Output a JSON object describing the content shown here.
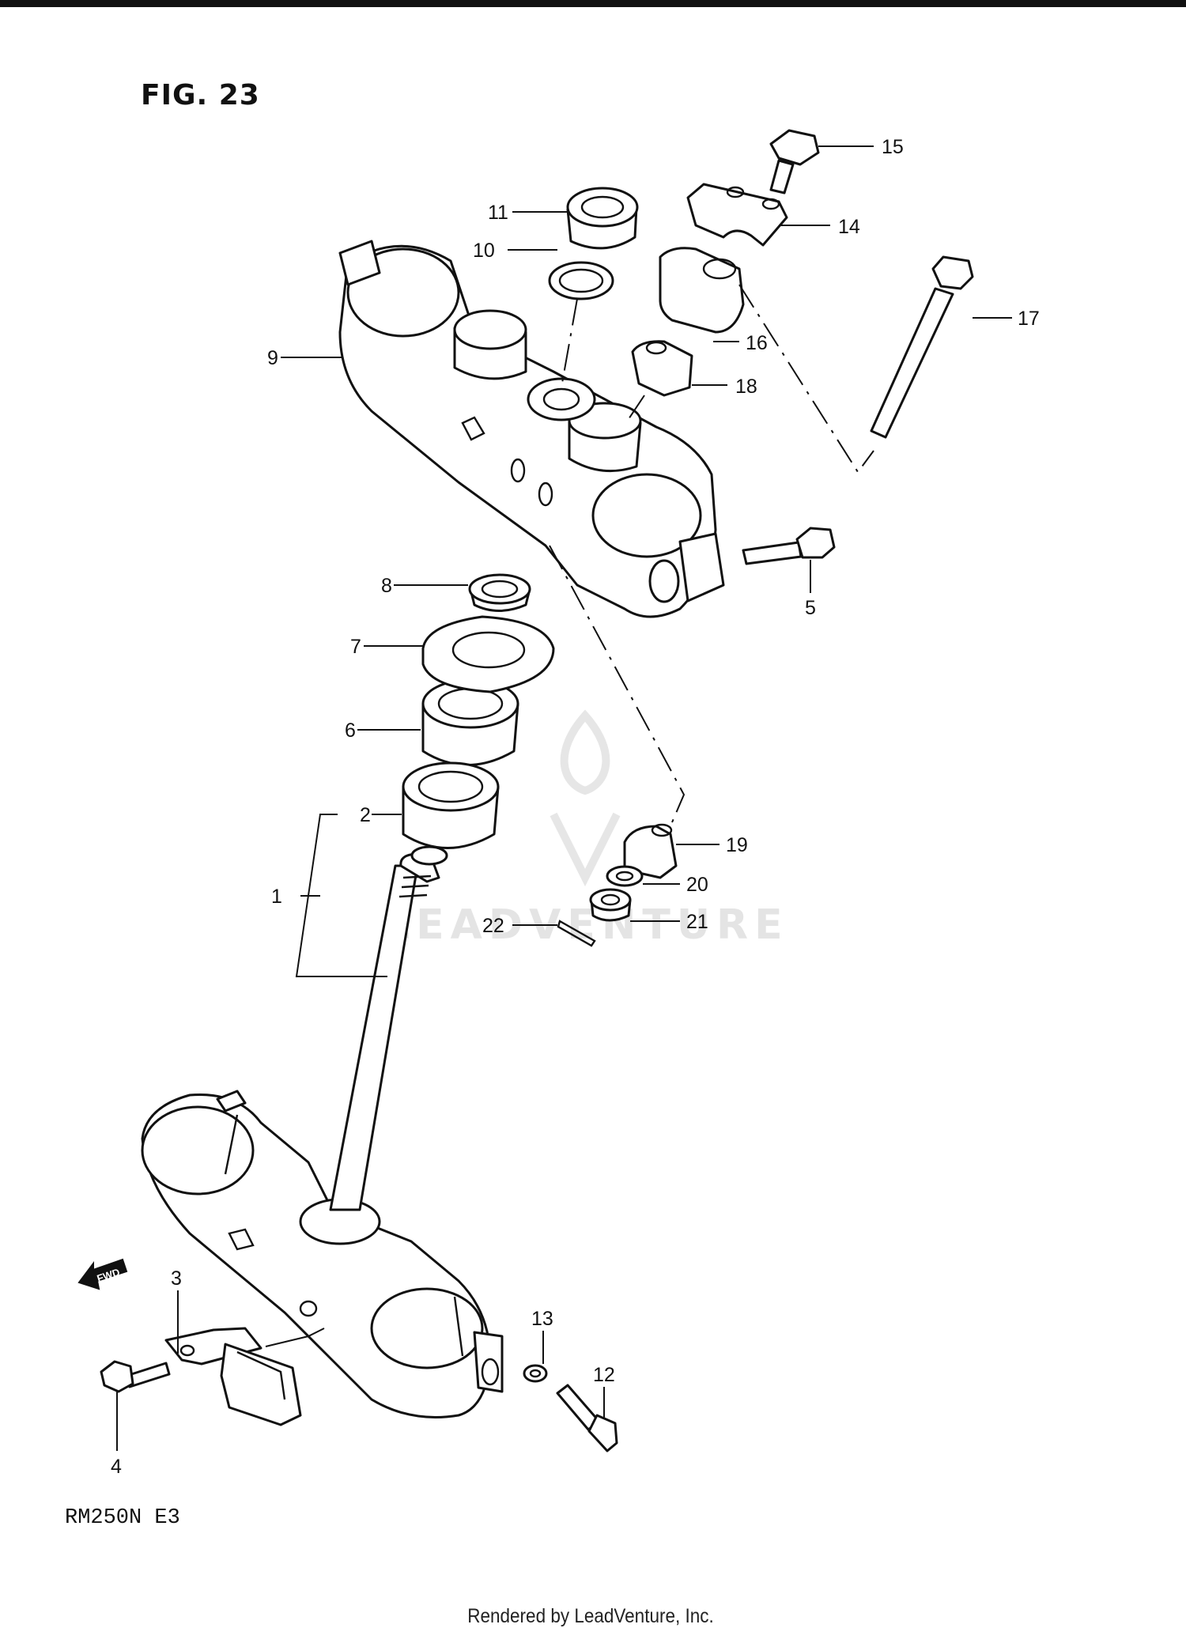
{
  "figure_title": "FIG. 23",
  "model_code": "RM250N  E3",
  "footer": "Rendered by LeadVenture, Inc.",
  "watermark": "LEADVENTURE",
  "fwd_label": "FWD",
  "callouts": [
    "1",
    "2",
    "3",
    "4",
    "5",
    "6",
    "7",
    "8",
    "9",
    "10",
    "11",
    "12",
    "13",
    "14",
    "15",
    "16",
    "17",
    "18",
    "19",
    "20",
    "21",
    "22"
  ],
  "colors": {
    "ink": "#111111",
    "background": "#ffffff",
    "watermark": "#e4e4e4"
  }
}
